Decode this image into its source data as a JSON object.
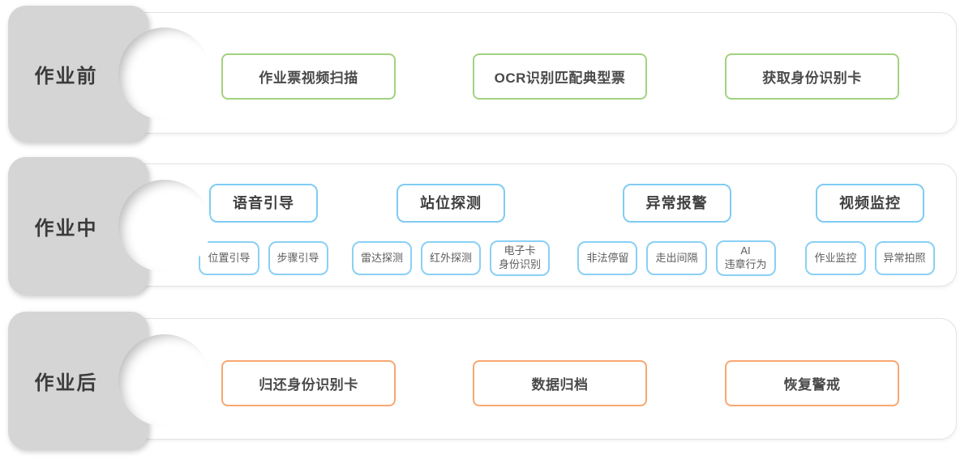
{
  "colors": {
    "phase_tab_bg": "#d5d5d5",
    "phase_tab_text": "#3b3b3b",
    "panel_border": "#e3e3e3",
    "before_accent": "#a2d27f",
    "during_accent": "#7fccf2",
    "after_accent": "#f8a772",
    "node_text": "#4a4a4a",
    "subnode_text": "#5d5d5d"
  },
  "rows": [
    {
      "id": "before",
      "label": "作业前",
      "items": [
        "作业票视频扫描",
        "OCR识别匹配典型票",
        "获取身份识别卡"
      ]
    },
    {
      "id": "during",
      "label": "作业中",
      "groups": [
        {
          "header": "语音引导",
          "subs": [
            "位置引导",
            "步骤引导"
          ]
        },
        {
          "header": "站位探测",
          "subs": [
            "雷达探测",
            "红外探测",
            "电子卡\n身份识别"
          ]
        },
        {
          "header": "异常报警",
          "subs": [
            "非法停留",
            "走出间隔",
            "AI\n违章行为"
          ]
        },
        {
          "header": "视频监控",
          "subs": [
            "作业监控",
            "异常拍照"
          ]
        }
      ]
    },
    {
      "id": "after",
      "label": "作业后",
      "items": [
        "归还身份识别卡",
        "数据归档",
        "恢复警戒"
      ]
    }
  ]
}
